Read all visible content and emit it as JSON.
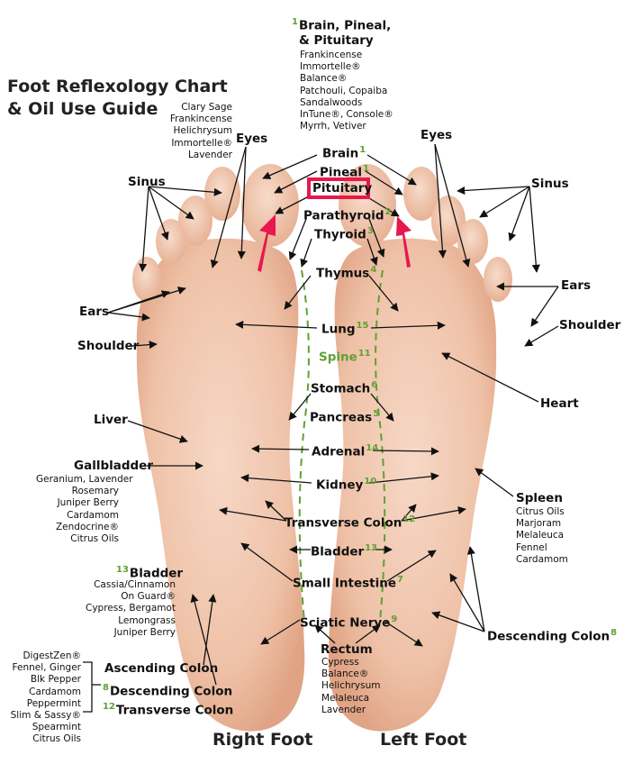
{
  "title_lines": [
    "Foot Reflexology Chart",
    "& Oil Use Guide"
  ],
  "top_group": {
    "number": "1",
    "heading_lines": [
      "Brain, Pineal,",
      "& Pituitary"
    ],
    "oils": [
      "Frankincense",
      "Immortelle®",
      "Balance®",
      "Patchouli, Copaiba",
      "Sandalwoods",
      "InTune®, Console®",
      "Myrrh, Vetiver"
    ]
  },
  "eyes_oils": [
    "Clary Sage",
    "Frankincense",
    "Helichrysum",
    "Immortelle®",
    "Lavender"
  ],
  "labels": {
    "eyes_left": "Eyes",
    "eyes_right": "Eyes",
    "sinus_left": "Sinus",
    "sinus_right": "Sinus",
    "ears_left": "Ears",
    "ears_right": "Ears",
    "shoulder_left": "Shoulder",
    "shoulder_right": "Shoulder",
    "liver": "Liver",
    "heart": "Heart",
    "gallbladder": "Gallbladder",
    "spleen": "Spleen",
    "descending_colon_right": "Descending Colon",
    "descending_colon_right_num": "8"
  },
  "center_labels": [
    {
      "key": "brain",
      "text": "Brain",
      "num": "1"
    },
    {
      "key": "pineal",
      "text": "Pineal",
      "num": "1"
    },
    {
      "key": "pituitary",
      "text": "Pituitary",
      "num": ""
    },
    {
      "key": "parathyroid",
      "text": "Parathyroid",
      "num": "2"
    },
    {
      "key": "thyroid",
      "text": "Thyroid",
      "num": "3"
    },
    {
      "key": "thymus",
      "text": "Thymus",
      "num": "4"
    },
    {
      "key": "lung",
      "text": "Lung",
      "num": "15"
    },
    {
      "key": "spine",
      "text": "Spine",
      "num": "11"
    },
    {
      "key": "stomach",
      "text": "Stomach",
      "num": "6"
    },
    {
      "key": "pancreas",
      "text": "Pancreas",
      "num": "5"
    },
    {
      "key": "adrenal",
      "text": "Adrenal",
      "num": "14"
    },
    {
      "key": "kidney",
      "text": "Kidney",
      "num": "10"
    },
    {
      "key": "transverse_colon",
      "text": "Transverse Colon",
      "num": "12"
    },
    {
      "key": "bladder",
      "text": "Bladder",
      "num": "13"
    },
    {
      "key": "small_intestine",
      "text": "Small Intestine",
      "num": "7"
    },
    {
      "key": "sciatic",
      "text": "Sciatic Nerve",
      "num": "9"
    },
    {
      "key": "rectum",
      "text": "Rectum",
      "num": ""
    }
  ],
  "gallbladder_oils": [
    "Geranium, Lavender",
    "Rosemary",
    "Juniper Berry",
    "Cardamom",
    "Zendocrine®",
    "Citrus Oils"
  ],
  "spleen_oils": [
    "Citrus Oils",
    "Marjoram",
    "Melaleuca",
    "Fennel",
    "Cardamom"
  ],
  "bladder_group": {
    "number": "13",
    "heading": "Bladder",
    "oils": [
      "Cassia/Cinnamon",
      "On Guard®",
      "Cypress, Bergamot",
      "Lemongrass",
      "Juniper Berry"
    ]
  },
  "rectum_oils": [
    "Cypress",
    "Balance®",
    "Helichrysum",
    "Melaleuca",
    "Lavender"
  ],
  "colon_oils": [
    "DigestZen®",
    "Fennel, Ginger",
    "Blk Pepper",
    "Cardamom",
    "Peppermint",
    "Slim & Sassy®",
    "Spearmint",
    "Citrus Oils"
  ],
  "colon_labels": [
    {
      "num": "",
      "text": "Ascending Colon"
    },
    {
      "num": "8",
      "text": "Descending Colon"
    },
    {
      "num": "12",
      "text": "Transverse Colon"
    }
  ],
  "foot_captions": [
    "Right Foot",
    "Left Foot"
  ],
  "colors": {
    "skin": "#f1c9b1",
    "skin_shade": "#e3a98d",
    "accent_green": "#5fa135",
    "highlight_red": "#e8174d",
    "arrow": "#111111"
  }
}
